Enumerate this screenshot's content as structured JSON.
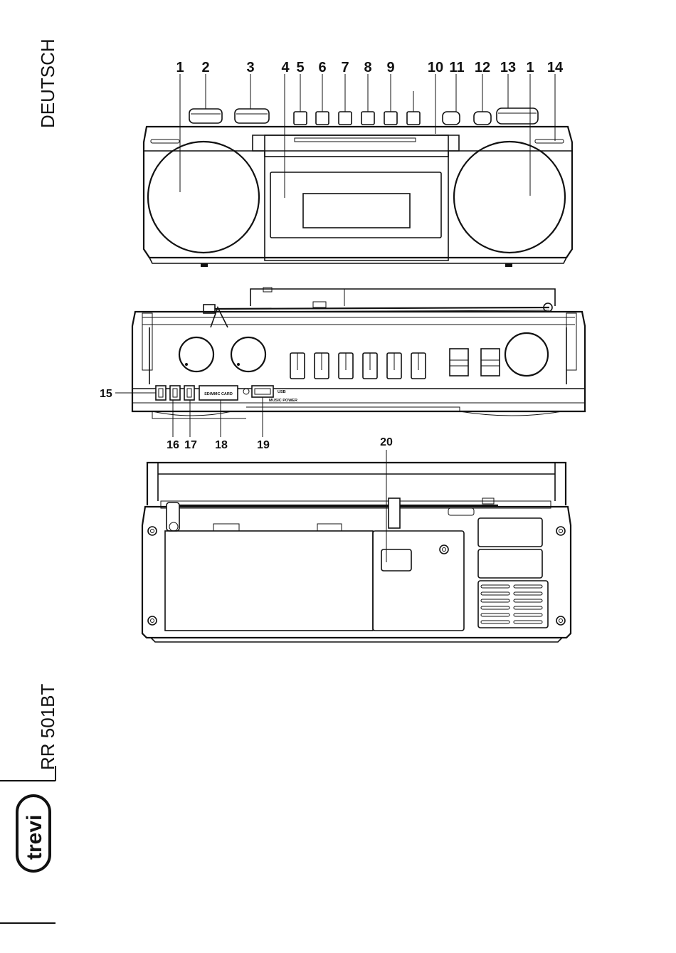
{
  "sidebar": {
    "language": "DEUTSCH",
    "model": "RR 501BT",
    "logo_text": "trevi"
  },
  "front_view": {
    "labels": [
      "1",
      "2",
      "3",
      "4",
      "5",
      "6",
      "7",
      "8",
      "9",
      "10",
      "11",
      "12",
      "13",
      "1",
      "14"
    ]
  },
  "top_view": {
    "labels": [
      "15",
      "16",
      "17",
      "18",
      "19"
    ],
    "usb_text": "USB",
    "music_power_text": "MUSIC POWER",
    "card_slot_text": "SD/MMC CARD"
  },
  "back_view": {
    "labels": [
      "20"
    ]
  }
}
